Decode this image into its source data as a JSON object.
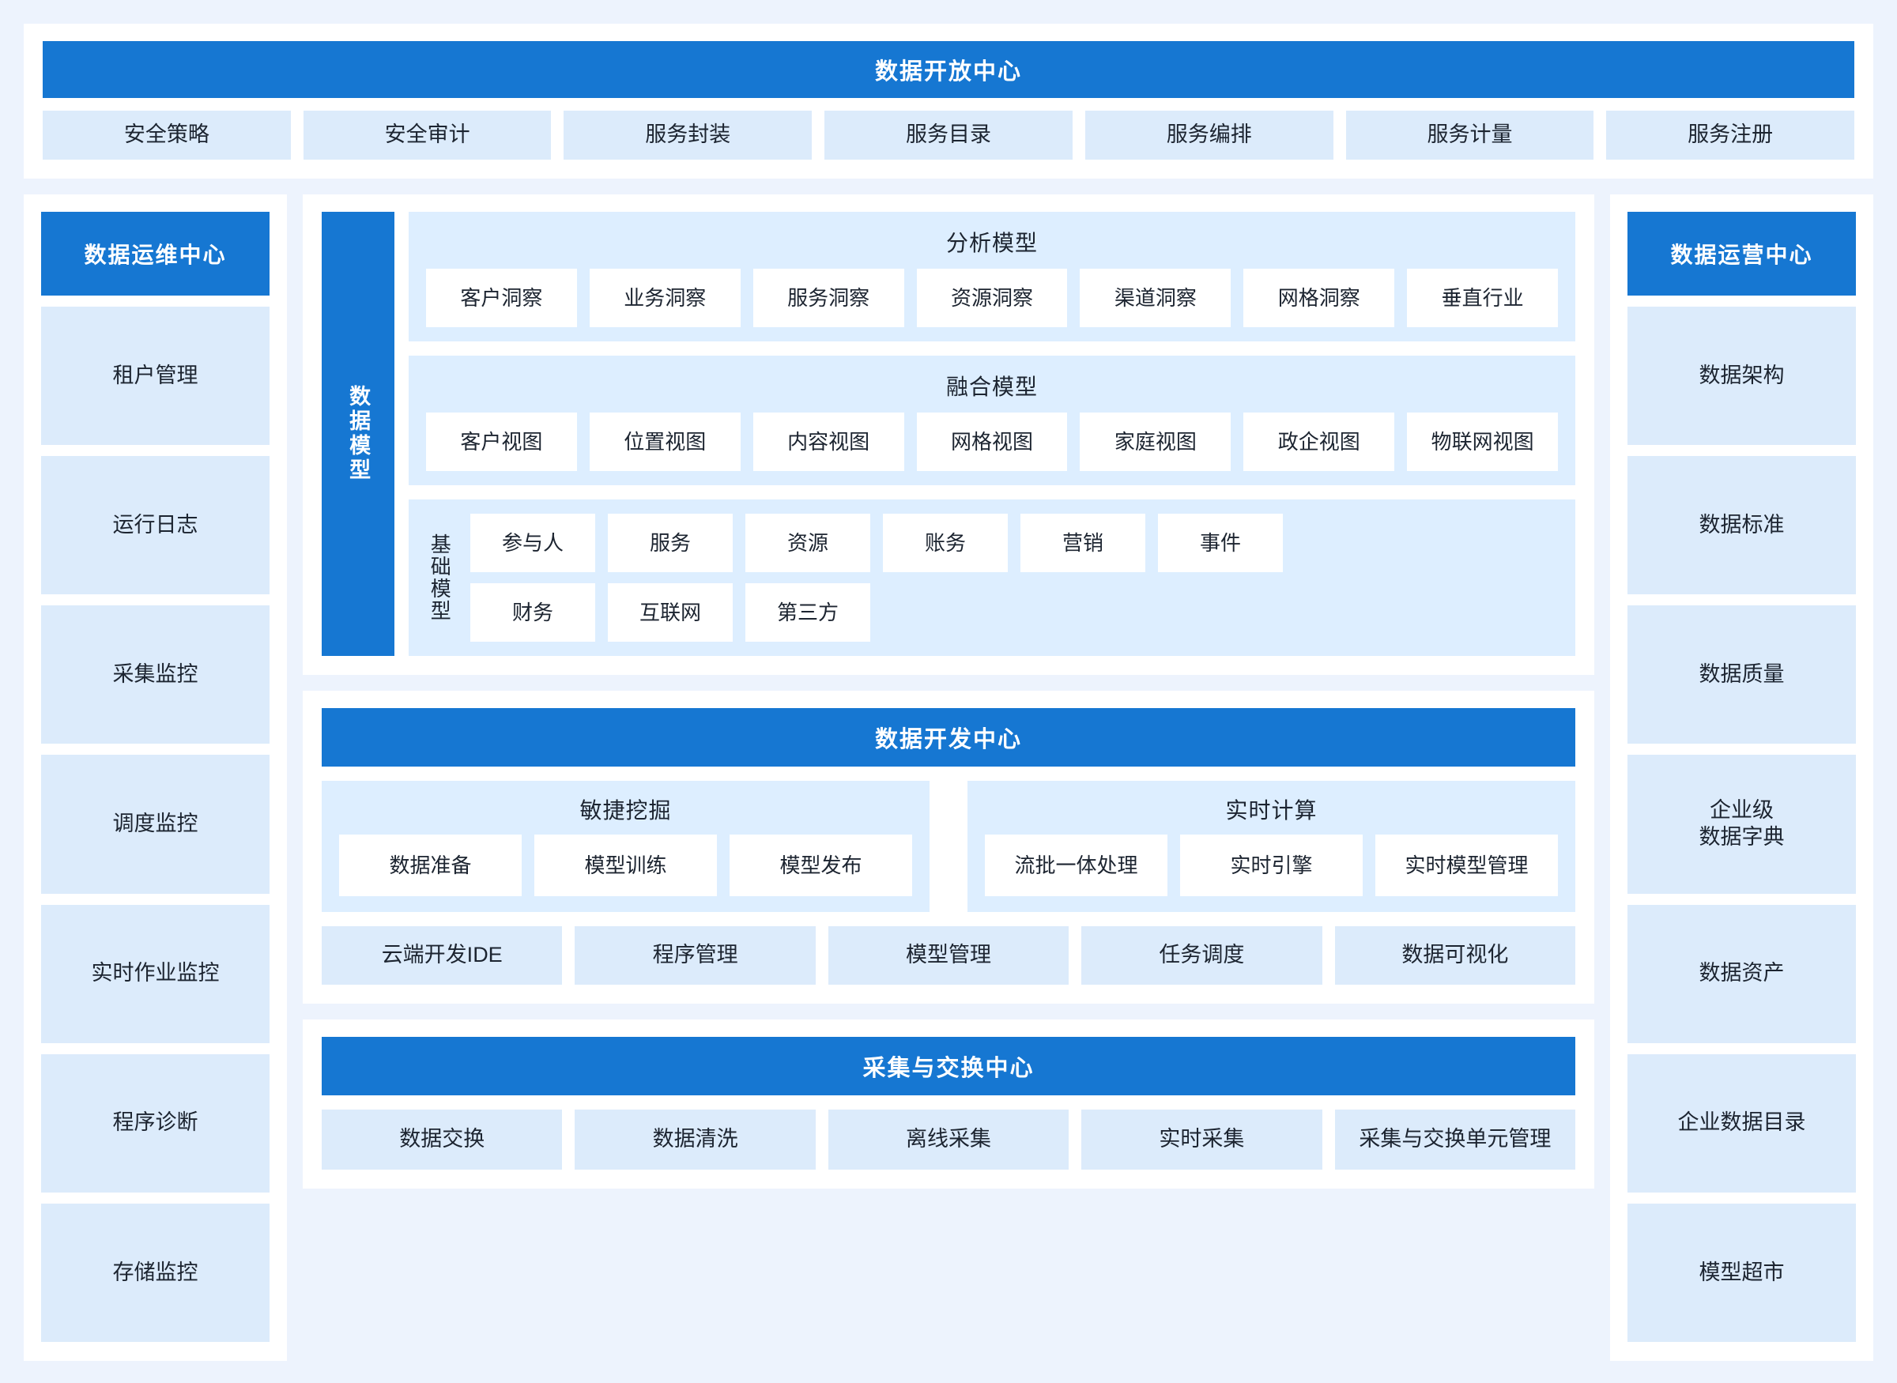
{
  "colors": {
    "page_background": "#edf3fd",
    "panel_background": "#ffffff",
    "primary_blue": "#1677d2",
    "chip_blue": "#dcebfb",
    "group_blue": "#ddeeff",
    "card_white": "#ffffff",
    "text_dark": "#1c2430",
    "text_light": "#ffffff"
  },
  "open_center": {
    "title": "数据开放中心",
    "items": [
      "安全策略",
      "安全审计",
      "服务封装",
      "服务目录",
      "服务编排",
      "服务计量",
      "服务注册"
    ]
  },
  "ops_center": {
    "title": "数据运维中心",
    "items": [
      "租户管理",
      "运行日志",
      "采集监控",
      "调度监控",
      "实时作业监控",
      "程序诊断",
      "存储监控"
    ]
  },
  "operation_center": {
    "title": "数据运营中心",
    "items": [
      "数据架构",
      "数据标准",
      "数据质量",
      "企业级\n数据字典",
      "数据资产",
      "企业数据目录",
      "模型超市"
    ]
  },
  "data_model": {
    "vertical_label": "数据模型",
    "groups": [
      {
        "title": "分析模型",
        "items": [
          "客户洞察",
          "业务洞察",
          "服务洞察",
          "资源洞察",
          "渠道洞察",
          "网格洞察",
          "垂直行业"
        ]
      },
      {
        "title": "融合模型",
        "items": [
          "客户视图",
          "位置视图",
          "内容视图",
          "网格视图",
          "家庭视图",
          "政企视图",
          "物联网视图"
        ]
      }
    ],
    "base_group": {
      "label": "基础模型",
      "row1": [
        "参与人",
        "服务",
        "资源",
        "账务",
        "营销",
        "事件"
      ],
      "row2": [
        "财务",
        "互联网",
        "第三方"
      ]
    }
  },
  "dev_center": {
    "title": "数据开发中心",
    "subgroups": [
      {
        "title": "敏捷挖掘",
        "items": [
          "数据准备",
          "模型训练",
          "模型发布"
        ]
      },
      {
        "title": "实时计算",
        "items": [
          "流批一体处理",
          "实时引擎",
          "实时模型管理"
        ]
      }
    ],
    "bottom_items": [
      "云端开发IDE",
      "程序管理",
      "模型管理",
      "任务调度",
      "数据可视化"
    ]
  },
  "exchange_center": {
    "title": "采集与交换中心",
    "items": [
      "数据交换",
      "数据清洗",
      "离线采集",
      "实时采集",
      "采集与交换单元管理"
    ]
  }
}
